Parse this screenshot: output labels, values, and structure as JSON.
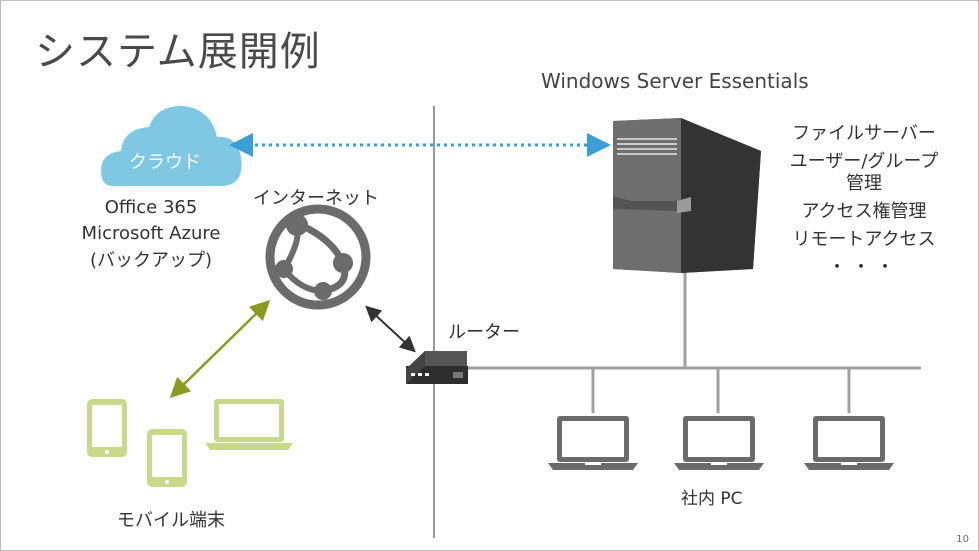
{
  "slide": {
    "title": "システム展開例",
    "page_number": "10"
  },
  "server": {
    "title": "Windows Server Essentials",
    "features": [
      "ファイルサーバー",
      "ユーザー/グループ",
      "管理",
      "アクセス権管理",
      "リモートアクセス",
      "・・・"
    ]
  },
  "cloud": {
    "label": "クラウド",
    "services": [
      "Office 365",
      "Microsoft Azure",
      "(バックアップ)"
    ]
  },
  "internet": {
    "label": "インターネット"
  },
  "router": {
    "label": "ルーター"
  },
  "pcs": {
    "label": "社内 PC"
  },
  "mobile": {
    "label": "モバイル端末"
  },
  "colors": {
    "cloud": "#7ec8e3",
    "cloud_link": "#3a9fd6",
    "mobile_link": "#8a9a1e",
    "mobile_device": "#c8d98a",
    "gray_device": "#6b6b6b",
    "line": "#a0a0a0"
  }
}
